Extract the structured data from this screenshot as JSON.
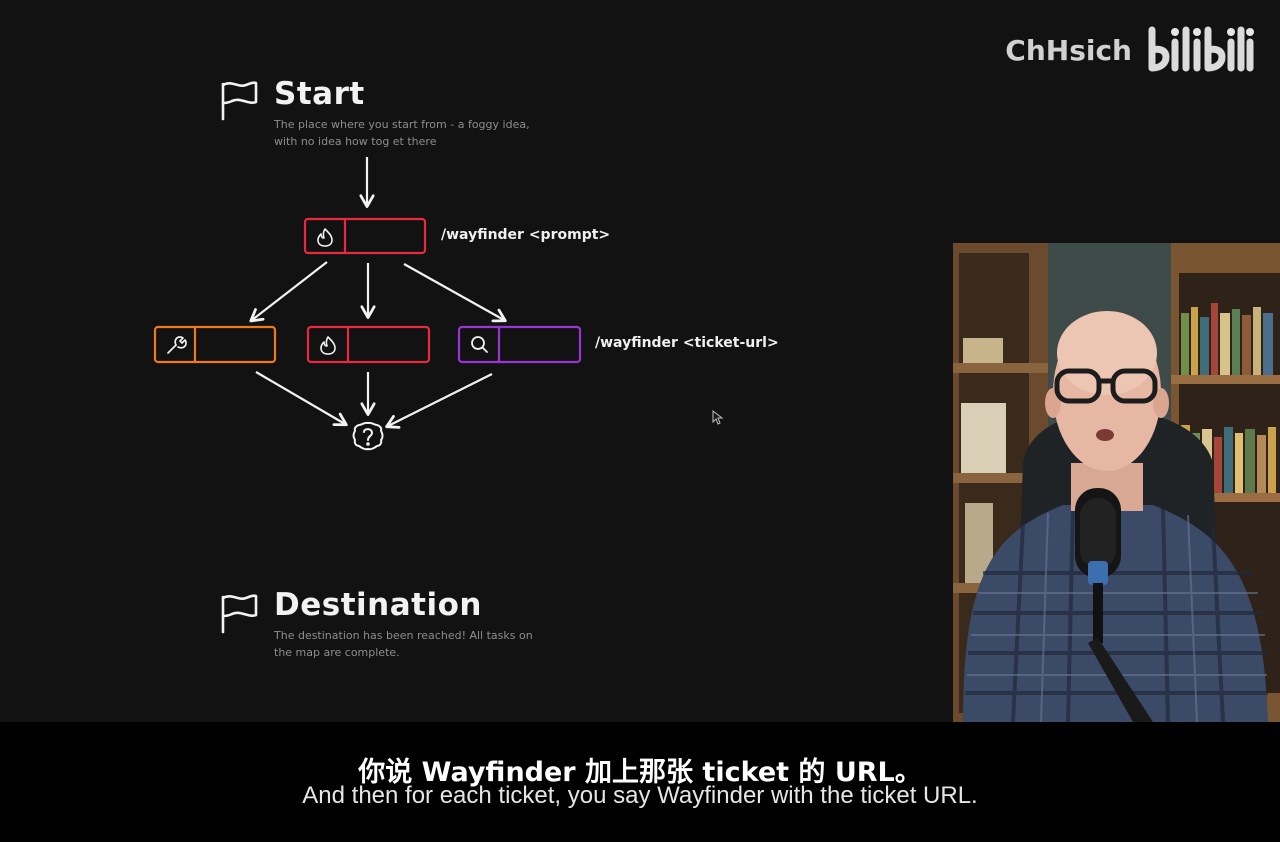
{
  "watermark": {
    "channel": "ChHsich",
    "logo": "bilibili",
    "logo_icon": "bilibili-logo-icon"
  },
  "diagram": {
    "start": {
      "title": "Start",
      "description": "The place where you start from - a foggy idea, with no idea how tog et there",
      "icon": "flag-icon"
    },
    "commands": {
      "prompt": "/wayfinder <prompt>",
      "ticket": "/wayfinder <ticket-url>"
    },
    "nodes": [
      {
        "icon": "flame-icon",
        "color": "#e8293f"
      },
      {
        "icon": "wrench-icon",
        "color": "#f07a18"
      },
      {
        "icon": "flame-icon",
        "color": "#e8293f"
      },
      {
        "icon": "search-icon",
        "color": "#9b34d8"
      }
    ],
    "end_icon": "question-badge-icon",
    "destination": {
      "title": "Destination",
      "description": "The destination has been reached! All tasks on the map are complete.",
      "icon": "flag-icon"
    }
  },
  "colors": {
    "background": "#121212",
    "red": "#e8293f",
    "orange": "#f07a18",
    "purple": "#9b34d8",
    "arrow": "#f2f2f2"
  },
  "subtitles": {
    "chinese": "你说 Wayfinder 加上那张 ticket 的 URL。",
    "english": "And then for each ticket, you say Wayfinder with the ticket URL."
  },
  "webcam": {
    "subject": "presenter-webcam-feed"
  }
}
